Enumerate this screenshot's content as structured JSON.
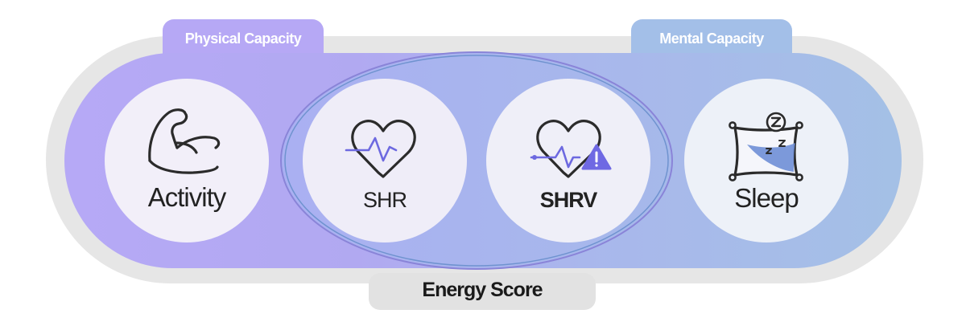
{
  "tabs": {
    "physical": "Physical Capacity",
    "mental": "Mental Capacity"
  },
  "metrics": [
    {
      "label": "Activity",
      "icon": "flexed-arm-icon"
    },
    {
      "label": "SHR",
      "icon": "heart-pulse-icon"
    },
    {
      "label": "SHRV",
      "icon": "heart-pulse-warning-icon"
    },
    {
      "label": "Sleep",
      "icon": "pillow-sleep-icon"
    }
  ],
  "footer": {
    "energy_score": "Energy Score"
  },
  "colors": {
    "physical": "#b9aef7",
    "mental": "#a9c0e8",
    "outer_track": "#e5e5e5",
    "circle_fill": "#f1eef8",
    "line": "#2b2b2b"
  }
}
